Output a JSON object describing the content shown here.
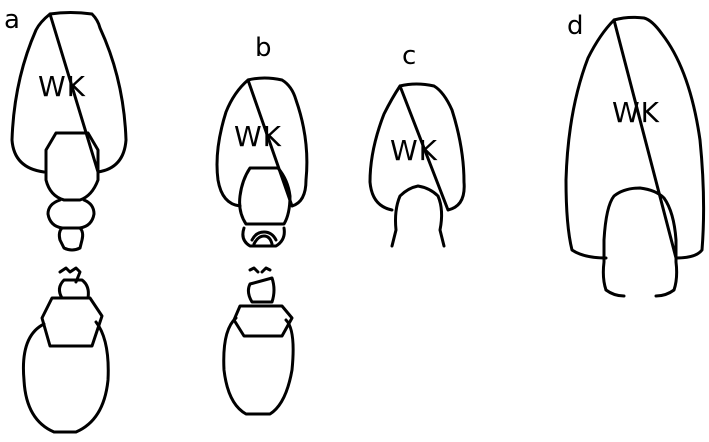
{
  "panels": [
    {
      "letter": "a",
      "body_label": "WK"
    },
    {
      "letter": "b",
      "body_label": "WK"
    },
    {
      "letter": "c",
      "body_label": "WK"
    },
    {
      "letter": "d",
      "body_label": "WK"
    }
  ]
}
